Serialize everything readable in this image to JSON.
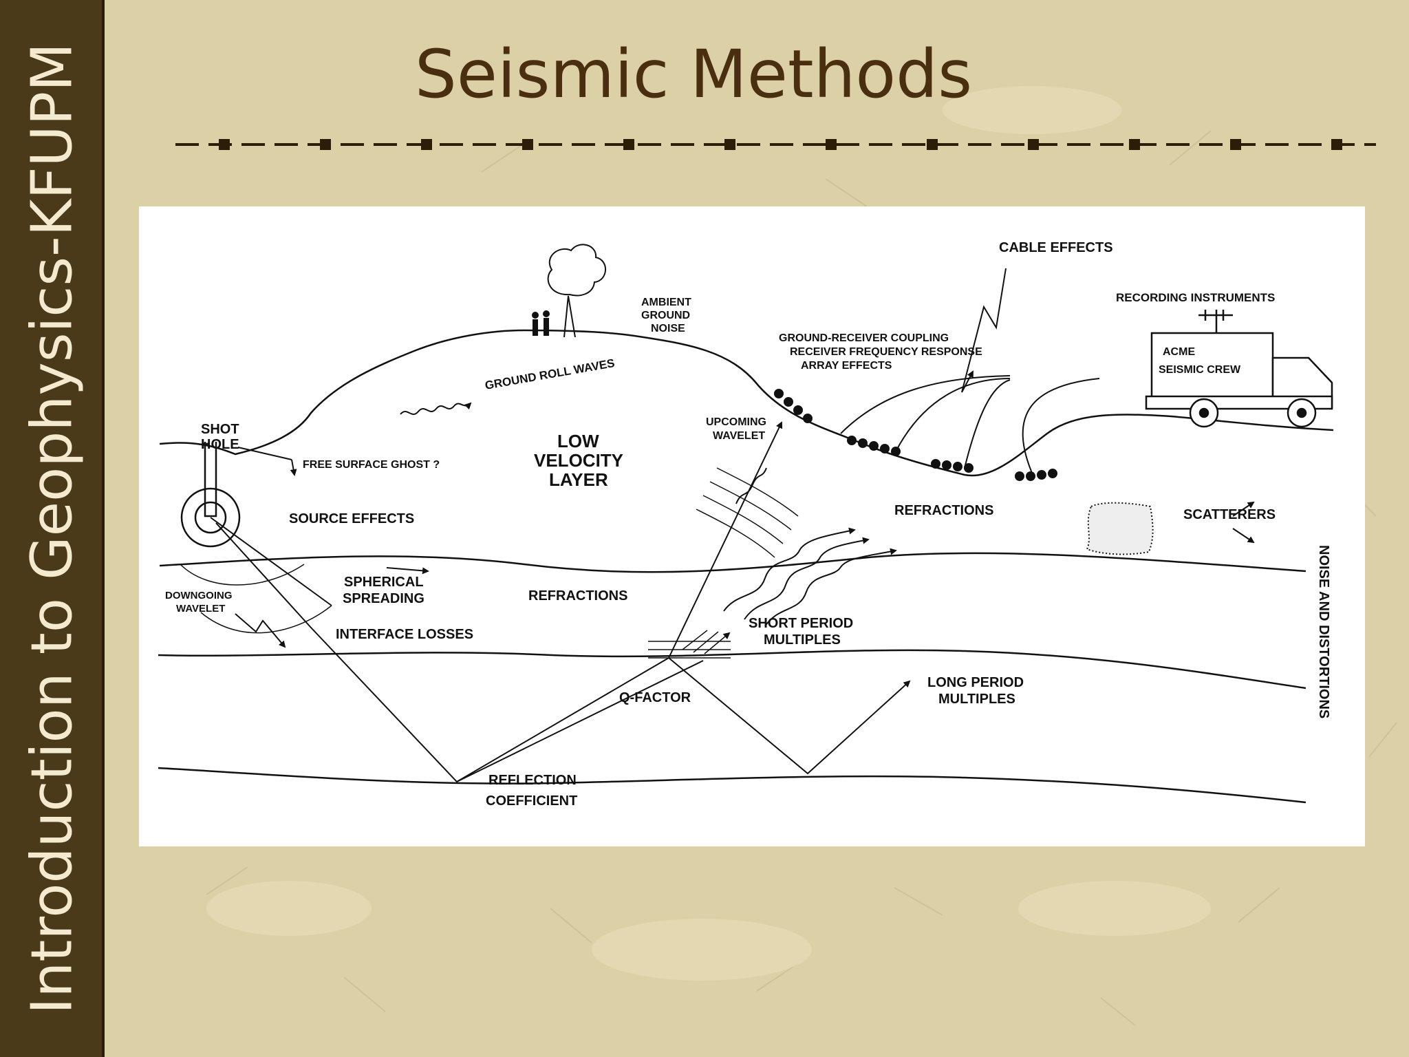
{
  "slide": {
    "title": "Seismic Methods",
    "sidebar_text": "Introduction to Geophysics-KFUPM"
  },
  "colors": {
    "background": "#dcd0a6",
    "sidebar": "#4a3a1a",
    "title": "#4a2e10",
    "sidebar_text": "#f3ead0"
  },
  "diagram": {
    "labels": {
      "cable_effects": "CABLE EFFECTS",
      "recording_instruments": "RECORDING INSTRUMENTS",
      "ambient_1": "AMBIENT",
      "ambient_2": "GROUND",
      "ambient_3": "NOISE",
      "coupling_1": "GROUND-RECEIVER COUPLING",
      "coupling_2": "RECEIVER FREQUENCY RESPONSE",
      "coupling_3": "ARRAY EFFECTS",
      "truck_1": "ACME",
      "truck_2": "SEISMIC CREW",
      "ground_roll": "GROUND ROLL WAVES",
      "shot_1": "SHOT",
      "shot_2": "HOLE",
      "free_surface": "FREE SURFACE GHOST ?",
      "lvl_1": "LOW",
      "lvl_2": "VELOCITY",
      "lvl_3": "LAYER",
      "upcoming_1": "UPCOMING",
      "upcoming_2": "WAVELET",
      "source_effects": "SOURCE EFFECTS",
      "refractions_upper": "REFRACTIONS",
      "scatterers": "SCATTERERS",
      "downgoing_1": "DOWNGOING",
      "downgoing_2": "WAVELET",
      "spherical_1": "SPHERICAL",
      "spherical_2": "SPREADING",
      "refractions_lower": "REFRACTIONS",
      "interface_losses": "INTERFACE LOSSES",
      "short_period_1": "SHORT PERIOD",
      "short_period_2": "MULTIPLES",
      "q_factor": "Q-FACTOR",
      "long_period_1": "LONG PERIOD",
      "long_period_2": "MULTIPLES",
      "reflection_1": "REFLECTION",
      "reflection_2": "COEFFICIENT",
      "noise_distortions": "NOISE AND DISTORTIONS"
    }
  }
}
